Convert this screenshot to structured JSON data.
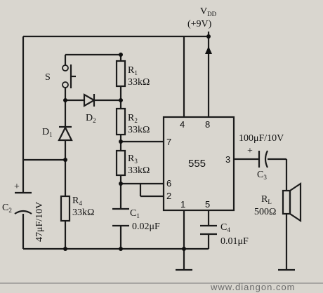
{
  "supply": {
    "name": "V",
    "sub": "DD",
    "value": "(+9V)"
  },
  "ic": {
    "label": "555",
    "pins": [
      "4",
      "8",
      "7",
      "6",
      "2",
      "1",
      "5",
      "3"
    ]
  },
  "switch": {
    "label": "S"
  },
  "diodes": [
    {
      "name": "D",
      "sub": "2"
    },
    {
      "name": "D",
      "sub": "1"
    }
  ],
  "resistors": [
    {
      "name": "R",
      "sub": "1",
      "value": "33kΩ"
    },
    {
      "name": "R",
      "sub": "2",
      "value": "33kΩ"
    },
    {
      "name": "R",
      "sub": "3",
      "value": "33kΩ"
    },
    {
      "name": "R",
      "sub": "4",
      "value": "33kΩ"
    }
  ],
  "capacitors": [
    {
      "name": "C",
      "sub": "1",
      "value": "0.02μF"
    },
    {
      "name": "C",
      "sub": "2",
      "value": "47μF/10V"
    },
    {
      "name": "C",
      "sub": "3",
      "value": "100μF/10V"
    },
    {
      "name": "C",
      "sub": "4",
      "value": "0.01μF"
    }
  ],
  "speaker": {
    "name": "R",
    "sub": "L",
    "value": "500Ω"
  },
  "polarity_mark": "+",
  "watermark": "www.diangon.com"
}
